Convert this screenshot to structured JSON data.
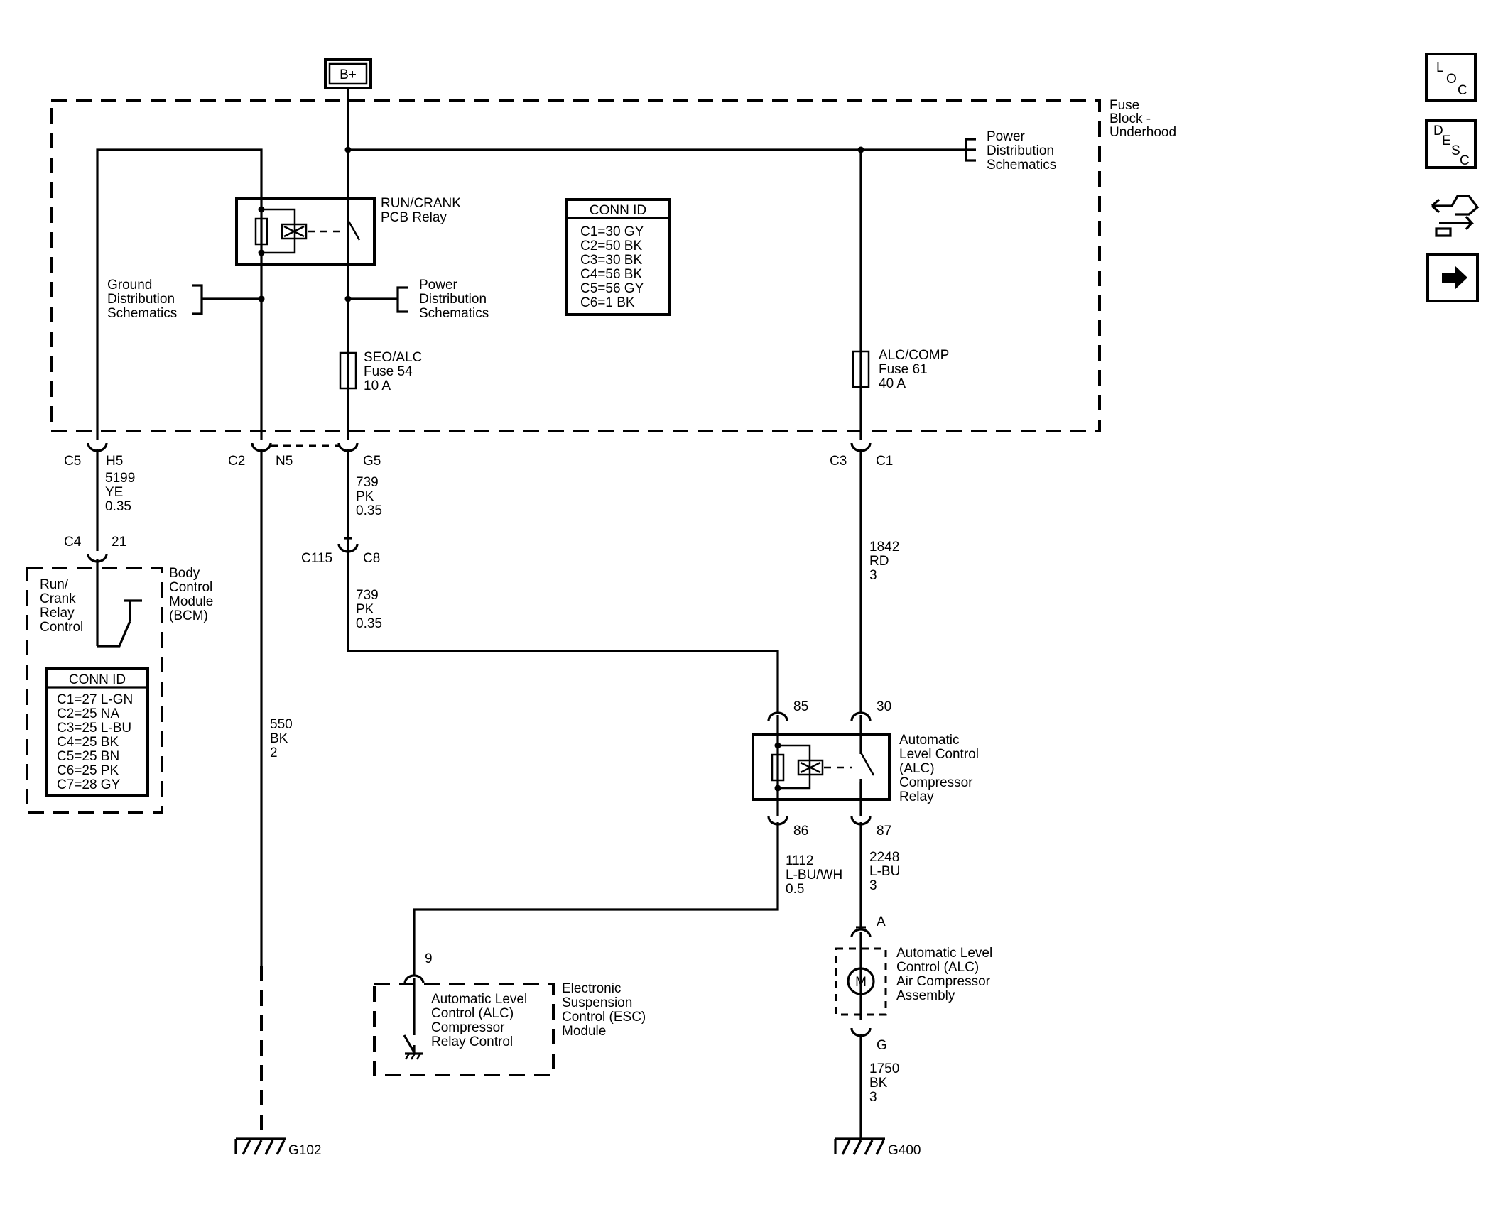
{
  "battery": "B+",
  "fuse_block": [
    "Fuse",
    "Block -",
    "Underhood"
  ],
  "power_dist_top": [
    "Power",
    "Distribution",
    "Schematics"
  ],
  "power_dist_mid": [
    "Power",
    "Distribution",
    "Schematics"
  ],
  "ground_dist": [
    "Ground",
    "Distribution",
    "Schematics"
  ],
  "run_crank_relay": [
    "RUN/CRANK",
    "PCB Relay"
  ],
  "fuse_54": [
    "SEO/ALC",
    "Fuse 54",
    "10 A"
  ],
  "fuse_61": [
    "ALC/COMP",
    "Fuse 61",
    "40 A"
  ],
  "conn_id_fuseblock": {
    "title": "CONN ID",
    "rows": [
      "C1=30 GY",
      "C2=50 BK",
      "C3=30 BK",
      "C4=56 BK",
      "C5=56 GY",
      "C6=1 BK"
    ]
  },
  "conn_id_bcm": {
    "title": "CONN ID",
    "rows": [
      "C1=27 L-GN",
      "C2=25 NA",
      "C3=25 L-BU",
      "C4=25 BK",
      "C5=25 BN",
      "C6=25 PK",
      "C7=28 GY"
    ]
  },
  "bcm": {
    "label": [
      "Body",
      "Control",
      "Module",
      "(BCM)"
    ],
    "inner": [
      "Run/",
      "Crank",
      "Relay",
      "Control"
    ]
  },
  "connectors": {
    "c5": "C5",
    "h5": "H5",
    "c2": "C2",
    "n5": "N5",
    "g5": "G5",
    "c3": "C3",
    "c1": "C1",
    "c4": "C4",
    "pin21": "21",
    "c115": "C115",
    "c8": "C8",
    "pin85": "85",
    "pin30": "30",
    "pin86": "86",
    "pin87": "87",
    "pin9": "9",
    "pinA": "A",
    "pinG": "G"
  },
  "wires": {
    "w5199": [
      "5199",
      "YE",
      "0.35"
    ],
    "w739a": [
      "739",
      "PK",
      "0.35"
    ],
    "w739b": [
      "739",
      "PK",
      "0.35"
    ],
    "w1842": [
      "1842",
      "RD",
      "3"
    ],
    "w550": [
      "550",
      "BK",
      "2"
    ],
    "w1112": [
      "1112",
      "L-BU/WH",
      "0.5"
    ],
    "w2248": [
      "2248",
      "L-BU",
      "3"
    ],
    "w1750": [
      "1750",
      "BK",
      "3"
    ]
  },
  "alc_relay": [
    "Automatic",
    "Level Control",
    "(ALC)",
    "Compressor",
    "Relay"
  ],
  "air_compressor": [
    "Automatic Level",
    "Control (ALC)",
    "Air Compressor",
    "Assembly"
  ],
  "motor_symbol": "M",
  "esc_module": [
    "Electronic",
    "Suspension",
    "Control (ESC)",
    "Module"
  ],
  "esc_inner": [
    "Automatic Level",
    "Control (ALC)",
    "Compressor",
    "Relay Control"
  ],
  "grounds": {
    "g102": "G102",
    "g400": "G400"
  },
  "nav": {
    "loc": [
      "L",
      "O",
      "C"
    ],
    "desc": [
      "D",
      "E",
      "S",
      "C"
    ],
    "compare_icon": "compare-arrows-icon",
    "next_icon": "arrow-right-icon"
  }
}
